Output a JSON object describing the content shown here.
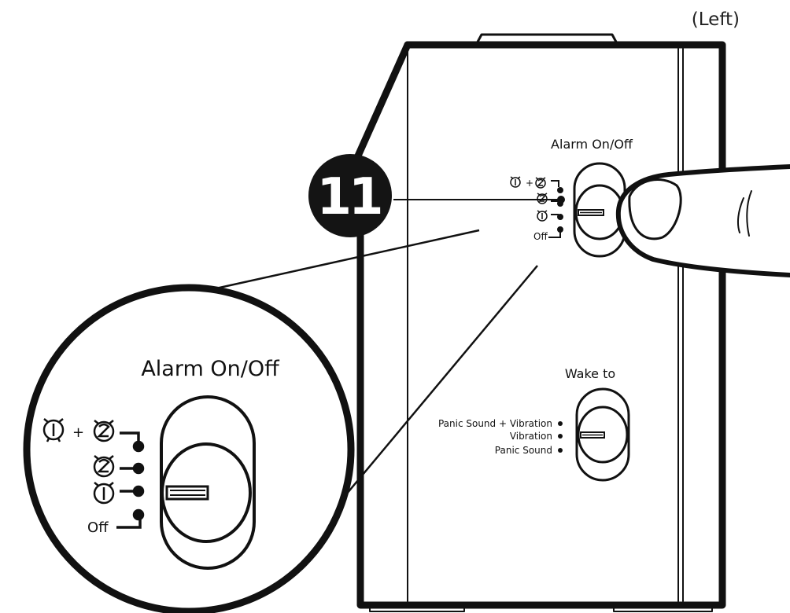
{
  "side_label": "(Left)",
  "callout_number": "11",
  "alarm_switch": {
    "title": "Alarm On/Off",
    "positions": [
      "① + ②",
      "②",
      "①",
      "Off"
    ]
  },
  "wake_switch": {
    "title": "Wake to",
    "positions": [
      "Panic Sound + Vibration",
      "Vibration",
      "Panic Sound"
    ]
  }
}
